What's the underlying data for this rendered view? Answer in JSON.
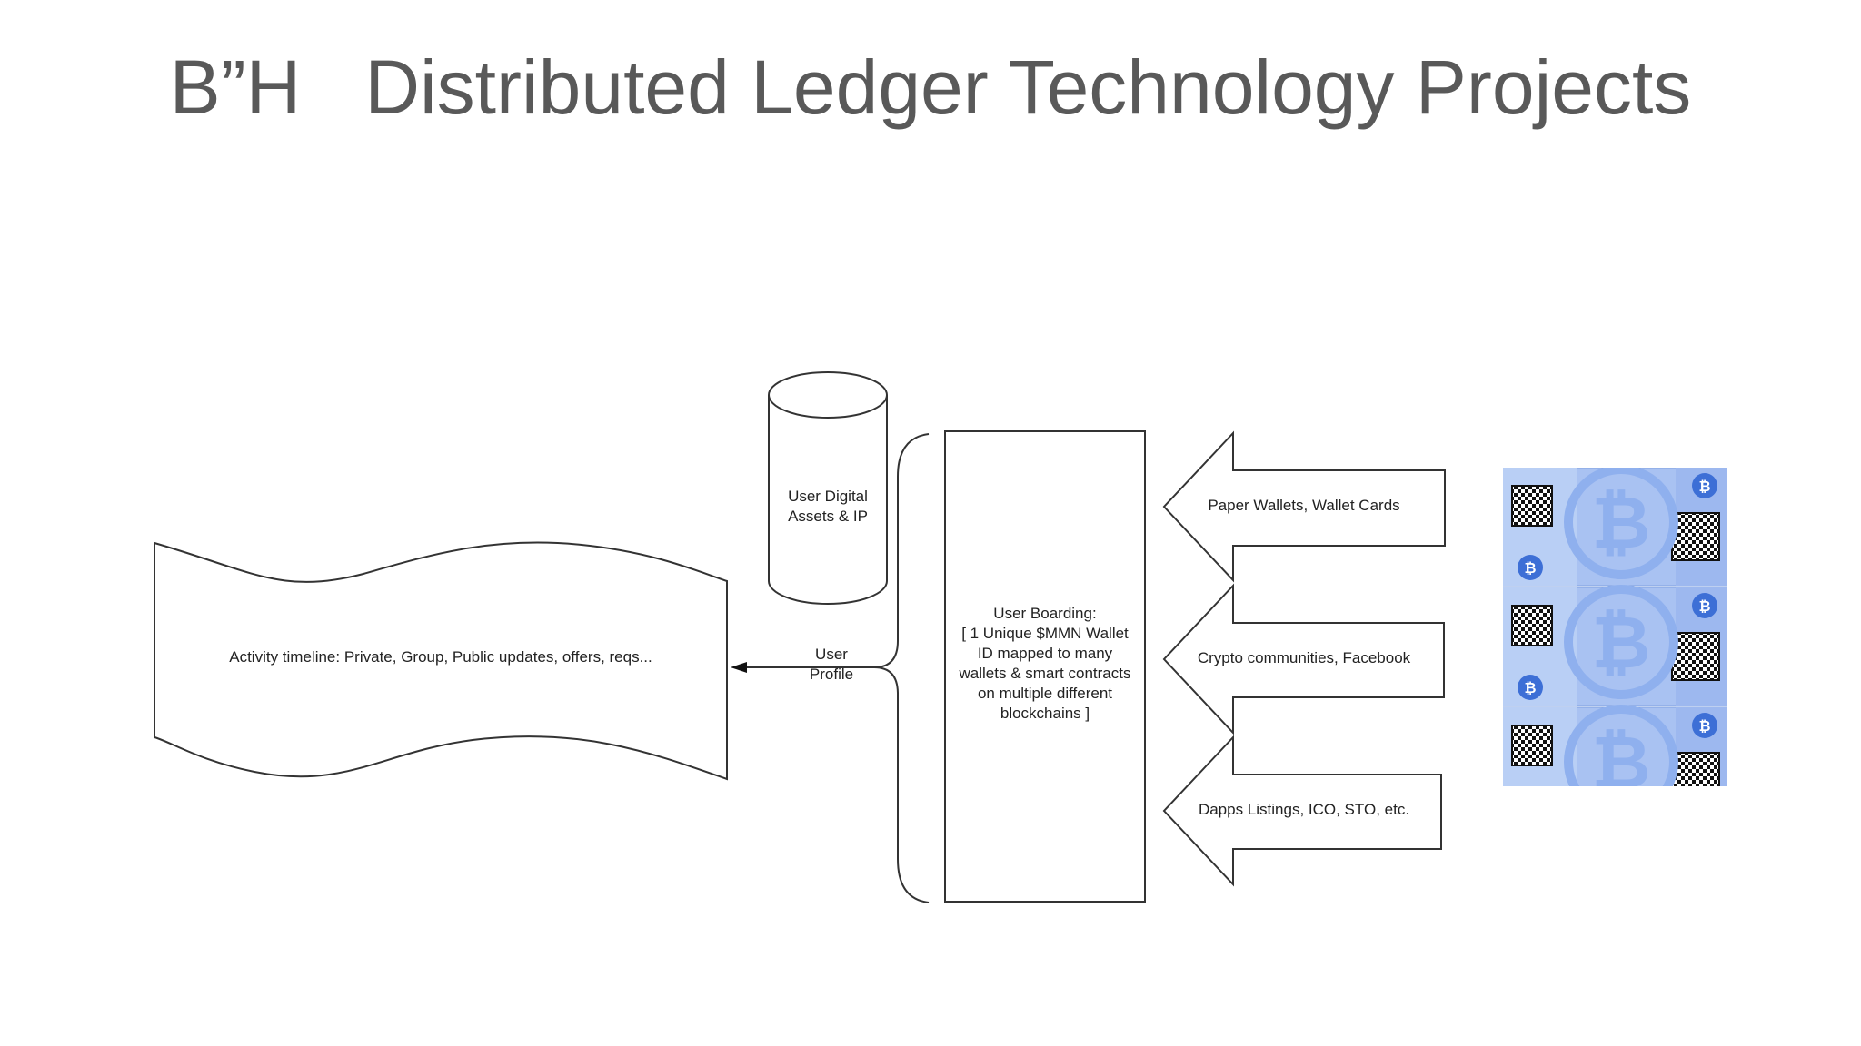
{
  "slide": {
    "title": "B”H   Distributed Ledger Technology Projects"
  },
  "diagram": {
    "timeline_label": "Activity timeline: Private, Group, Public updates, offers, reqs...",
    "assets_label_line1": "User Digital",
    "assets_label_line2": "Assets & IP",
    "profile_label_line1": "User",
    "profile_label_line2": "Profile",
    "boarding_title": "User Boarding:",
    "boarding_line1": "[ 1 Unique $MMN Wallet",
    "boarding_line2": "ID mapped to many",
    "boarding_line3": "wallets & smart contracts",
    "boarding_line4": "on multiple different",
    "boarding_line5": "blockchains ]",
    "inputs": [
      {
        "label": "Paper Wallets, Wallet Cards"
      },
      {
        "label": "Crypto communities, Facebook"
      },
      {
        "label": "Dapps Listings, ICO, STO, etc."
      }
    ],
    "wallet_image": {
      "icon": "bitcoin-paper-wallet-icon",
      "accent": "#3d6fd6",
      "tint": "#a9c2f2"
    }
  }
}
